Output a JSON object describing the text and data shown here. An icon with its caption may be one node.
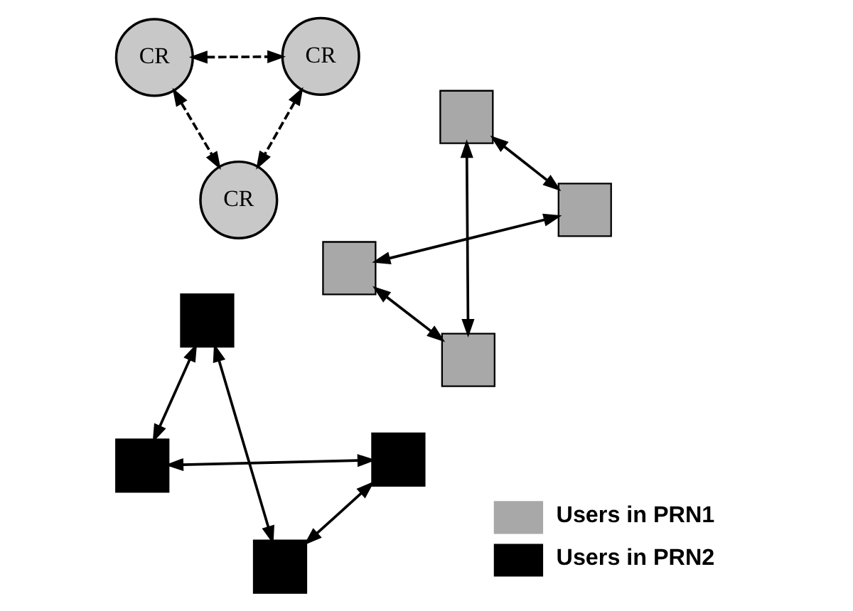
{
  "diagram": {
    "nodes": [
      {
        "text": [
          "CR"
        ]
      },
      {
        "text": [],
        "shape": "box"
      },
      {
        "text": [],
        "shape": "box"
      },
      {
        "text": [],
        "shape": "box"
      },
      {
        "text": [],
        "shape": "box"
      },
      {
        "text": [],
        "shape": "box"
      },
      {
        "text": [
          "CR"
        ]
      },
      {
        "text": [
          "CR"
        ]
      },
      {
        "text": [],
        "shape": "box"
      },
      {
        "text": [],
        "shape": "box"
      },
      {
        "text": [],
        "shape": "box"
      }
    ],
    "edges": [
      {
        "from": 0,
        "to": 6,
        "arrow": "both",
        "style": "dashed"
      },
      {
        "from": 0,
        "to": 7,
        "arrow": "both",
        "style": "dashed"
      },
      {
        "from": 6,
        "to": 7,
        "arrow": "both",
        "style": "dashed"
      },
      {
        "from": 1,
        "to": 2,
        "arrow": "both"
      },
      {
        "from": 1,
        "to": 5,
        "arrow": "both"
      },
      {
        "from": 2,
        "to": 8,
        "arrow": "both"
      },
      {
        "from": 8,
        "to": 5,
        "arrow": "both"
      },
      {
        "from": 4,
        "to": 3,
        "arrow": "both"
      },
      {
        "from": 4,
        "to": 9,
        "arrow": "both"
      },
      {
        "from": 3,
        "to": 10,
        "arrow": "both"
      },
      {
        "from": 9,
        "to": 10,
        "arrow": "both"
      }
    ],
    "legend": [
      {
        "text": "Users in PRN1",
        "color": "#a8a8a8"
      },
      {
        "text": "Users in PRN2",
        "color": "#000000"
      }
    ]
  }
}
